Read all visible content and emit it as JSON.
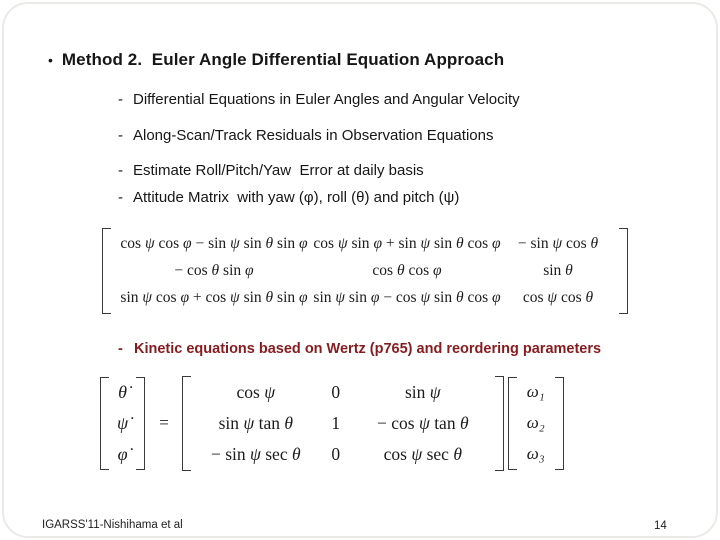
{
  "slide": {
    "title": {
      "bullet": "•",
      "text": "Method 2.  Euler Angle Differential Equation Approach"
    },
    "bullets": [
      {
        "marker": "-",
        "text": "Differential Equations in Euler Angles and Angular Velocity"
      },
      {
        "marker": "-",
        "text": "Along-Scan/Track Residuals in Observation Equations"
      },
      {
        "marker": "-",
        "text": "Estimate Roll/Pitch/Yaw  Error at daily basis"
      },
      {
        "marker": "-",
        "text": "Attitude Matrix  with yaw (φ), roll (θ) and pitch (ψ)"
      }
    ],
    "attitude_matrix": {
      "rows": [
        [
          "cos ψ cos φ − sin ψ sin θ sin φ",
          "cos ψ sin φ + sin ψ sin θ cos φ",
          "− sin ψ cos θ"
        ],
        [
          "− cos θ sin φ",
          "cos θ cos φ",
          "sin θ"
        ],
        [
          "sin ψ cos φ + cos ψ sin θ sin φ",
          "sin ψ sin φ − cos ψ sin θ cos φ",
          "cos ψ cos θ"
        ]
      ]
    },
    "kinetic_bullet": {
      "marker": "-",
      "text": "Kinetic equations based on Wertz (p765) and reordering parameters"
    },
    "kinetic_equation": {
      "lhs": [
        "θ̇",
        "ψ̇",
        "φ̇"
      ],
      "equals": "=",
      "matrix": [
        [
          "cos ψ",
          "0",
          "sin ψ"
        ],
        [
          "sin ψ tan θ",
          "1",
          "− cos ψ tan θ"
        ],
        [
          "− sin ψ sec θ",
          "0",
          "cos ψ sec θ"
        ]
      ],
      "rhs": [
        "ω₁",
        "ω₂",
        "ω₃"
      ]
    },
    "footer": {
      "left": "IGARSS'11-Nishihama et al",
      "page_number": "14"
    },
    "colors": {
      "text": "#161616",
      "accent_red": "#871c1f",
      "border": "#eceae6"
    }
  }
}
